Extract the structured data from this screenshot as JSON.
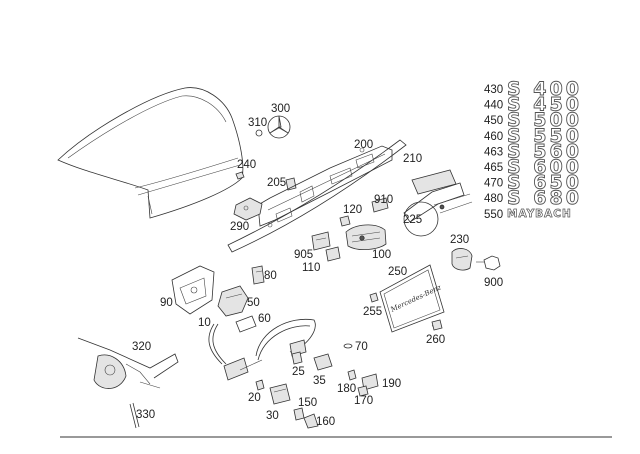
{
  "callouts": {
    "c300": "300",
    "c310": "310",
    "c240": "240",
    "c205": "205",
    "c200": "200",
    "c210": "210",
    "c290": "290",
    "c120": "120",
    "c910": "910",
    "c225": "225",
    "c905": "905",
    "c110": "110",
    "c100": "100",
    "c230": "230",
    "c900": "900",
    "c80": "80",
    "c250": "250",
    "c90": "90",
    "c50": "50",
    "c10": "10",
    "c60": "60",
    "c255": "255",
    "c260": "260",
    "c320": "320",
    "c70": "70",
    "c25": "25",
    "c35": "35",
    "c180": "180",
    "c190": "190",
    "c20": "20",
    "c170": "170",
    "c150": "150",
    "c330": "330",
    "c30": "30",
    "c160": "160"
  },
  "models": [
    {
      "number": "430",
      "badge": "S 400"
    },
    {
      "number": "440",
      "badge": "S 450"
    },
    {
      "number": "450",
      "badge": "S 500"
    },
    {
      "number": "460",
      "badge": "S 550"
    },
    {
      "number": "463",
      "badge": "S 560"
    },
    {
      "number": "465",
      "badge": "S 600"
    },
    {
      "number": "470",
      "badge": "S 650"
    },
    {
      "number": "480",
      "badge": "S 680"
    },
    {
      "number": "550",
      "badge": "MAYBACH"
    }
  ],
  "license_plate_text": "Mercedes-Benz",
  "colors": {
    "line": "#333333",
    "background": "#ffffff"
  }
}
